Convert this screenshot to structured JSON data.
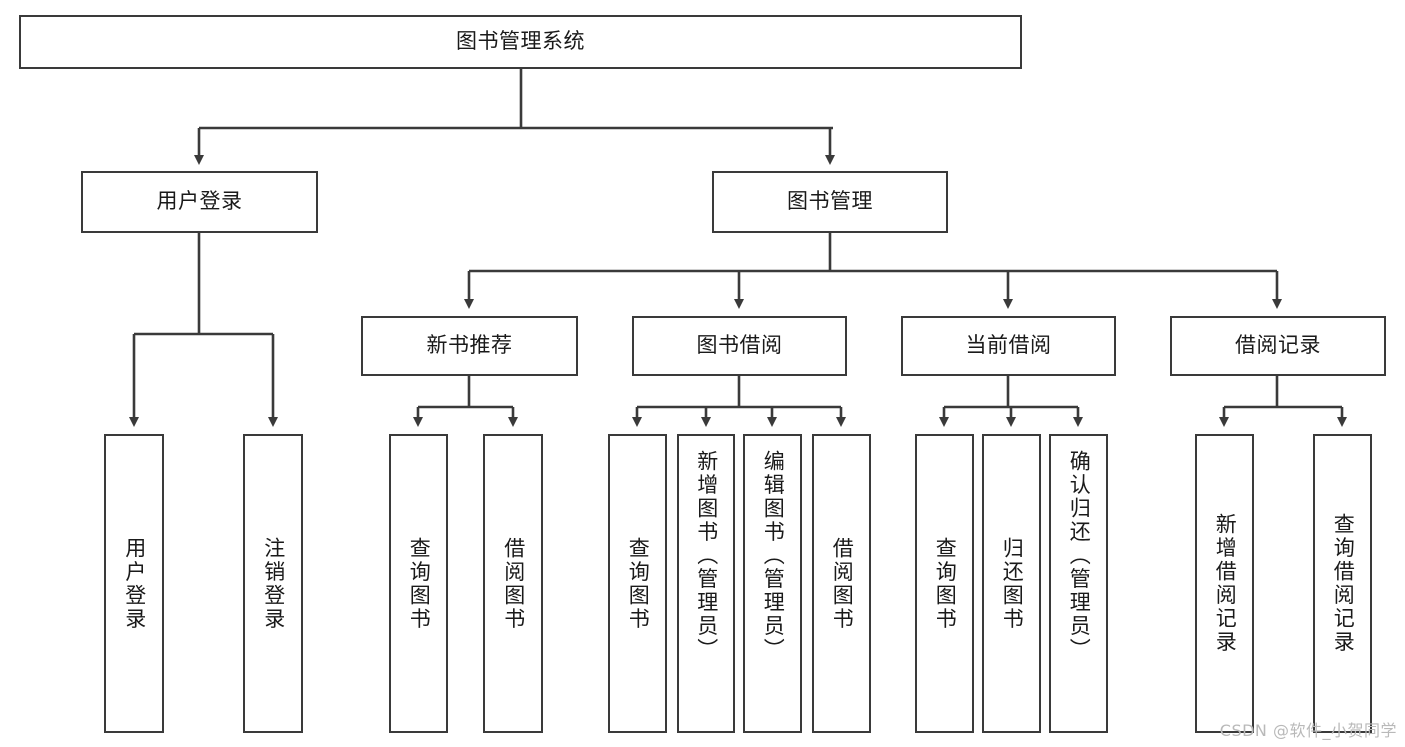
{
  "diagram": {
    "type": "tree-hierarchy",
    "title": "图书管理系统",
    "watermark": "CSDN @软件_小贺同学",
    "colors": {
      "background": "#ffffff",
      "node_border": "#3a3a3a",
      "node_fill": "#ffffff",
      "connector": "#3a3a3a",
      "text": "#1a1a1a",
      "watermark": "#b9b9b9"
    },
    "root": {
      "id": "root",
      "label": "图书管理系统"
    },
    "level2": [
      {
        "id": "user-login",
        "label": "用户登录"
      },
      {
        "id": "book-manage",
        "label": "图书管理"
      }
    ],
    "level3": [
      {
        "id": "new-book-recommend",
        "label": "新书推荐"
      },
      {
        "id": "book-borrow",
        "label": "图书借阅"
      },
      {
        "id": "current-borrow",
        "label": "当前借阅"
      },
      {
        "id": "borrow-record",
        "label": "借阅记录"
      }
    ],
    "leaves": {
      "user_login": [
        {
          "id": "leaf-user-login",
          "label": "用户登录"
        },
        {
          "id": "leaf-logout",
          "label": "注销登录"
        }
      ],
      "new_book_recommend": [
        {
          "id": "leaf-query-book-1",
          "label": "查询图书"
        },
        {
          "id": "leaf-borrow-book-1",
          "label": "借阅图书"
        }
      ],
      "book_borrow": [
        {
          "id": "leaf-query-book-2",
          "label": "查询图书"
        },
        {
          "id": "leaf-add-book",
          "label": "新增图书（管理员）"
        },
        {
          "id": "leaf-edit-book",
          "label": "编辑图书（管理员）"
        },
        {
          "id": "leaf-borrow-book-2",
          "label": "借阅图书"
        }
      ],
      "current_borrow": [
        {
          "id": "leaf-query-book-3",
          "label": "查询图书"
        },
        {
          "id": "leaf-return-book",
          "label": "归还图书"
        },
        {
          "id": "leaf-confirm-return",
          "label": "确认归还（管理员）"
        }
      ],
      "borrow_record": [
        {
          "id": "leaf-add-record",
          "label": "新增借阅记录"
        },
        {
          "id": "leaf-query-record",
          "label": "查询借阅记录"
        }
      ]
    }
  }
}
